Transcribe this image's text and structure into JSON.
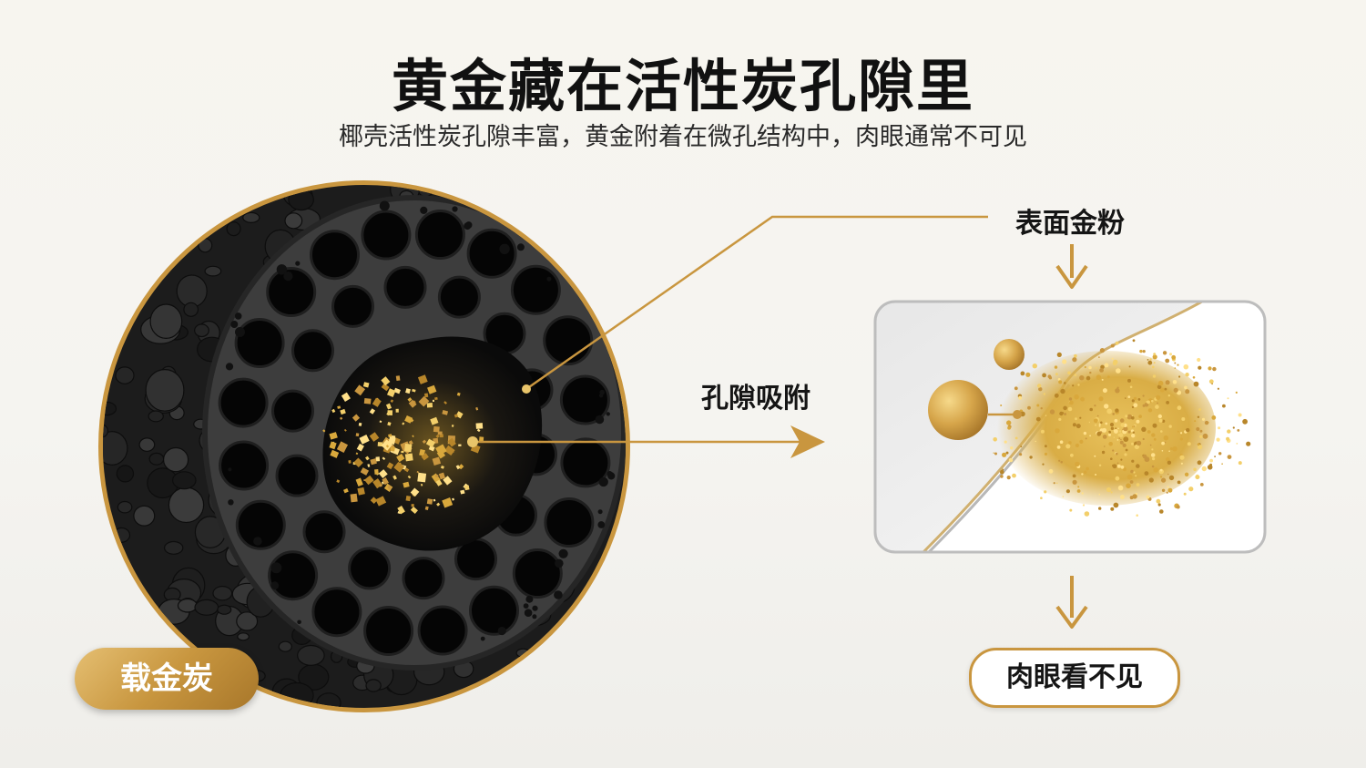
{
  "header": {
    "title": "黄金藏在活性炭孔隙里",
    "subtitle": "椰壳活性炭孔隙丰富，黄金附着在微孔结构中，肉眼通常不可见"
  },
  "labels": {
    "surface_gold": "表面金粉",
    "pore_adsorption": "孔隙吸附",
    "gold_carbon": "载金炭",
    "invisible": "肉眼看不见"
  },
  "colors": {
    "gold": "#c9963f",
    "gold_light": "#e8c46a",
    "carbon": "#2b2b2b",
    "pore": "#050505"
  }
}
